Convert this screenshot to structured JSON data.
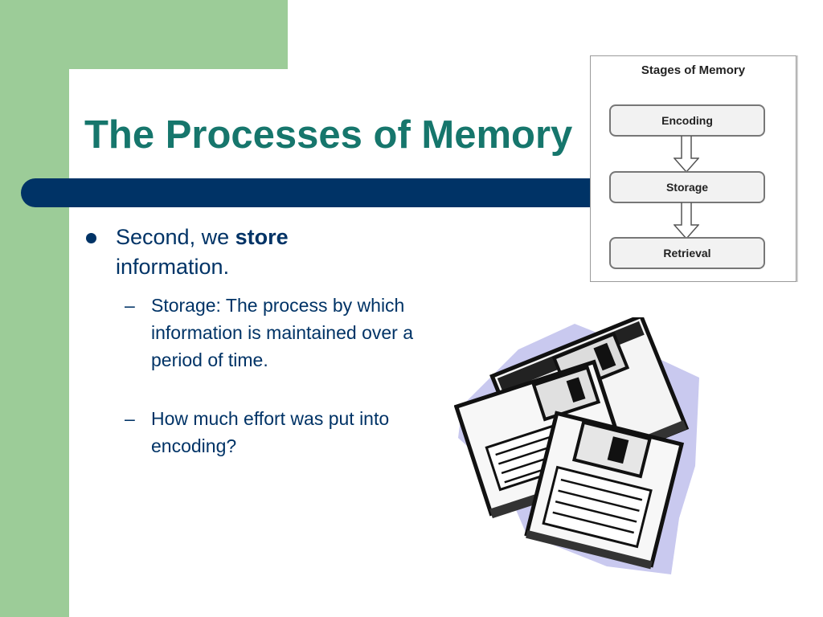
{
  "slide": {
    "title": "The Processes of Memory",
    "main_bullet": {
      "prefix": "Second, we ",
      "bold": "store",
      "suffix": " information."
    },
    "sub_bullets": [
      {
        "marker": "–",
        "text": "Storage: The process by which information is maintained over a period of time."
      },
      {
        "marker": "–",
        "text": "How much effort was put into encoding?"
      }
    ]
  },
  "diagram": {
    "title": "Stages of Memory",
    "stages": [
      "Encoding",
      "Storage",
      "Retrieval"
    ]
  },
  "colors": {
    "title": "#16766c",
    "bar": "#003366",
    "text": "#003366",
    "sidebar": "#9ccc98"
  },
  "icons": {
    "clipart": "floppy-disks-icon"
  }
}
